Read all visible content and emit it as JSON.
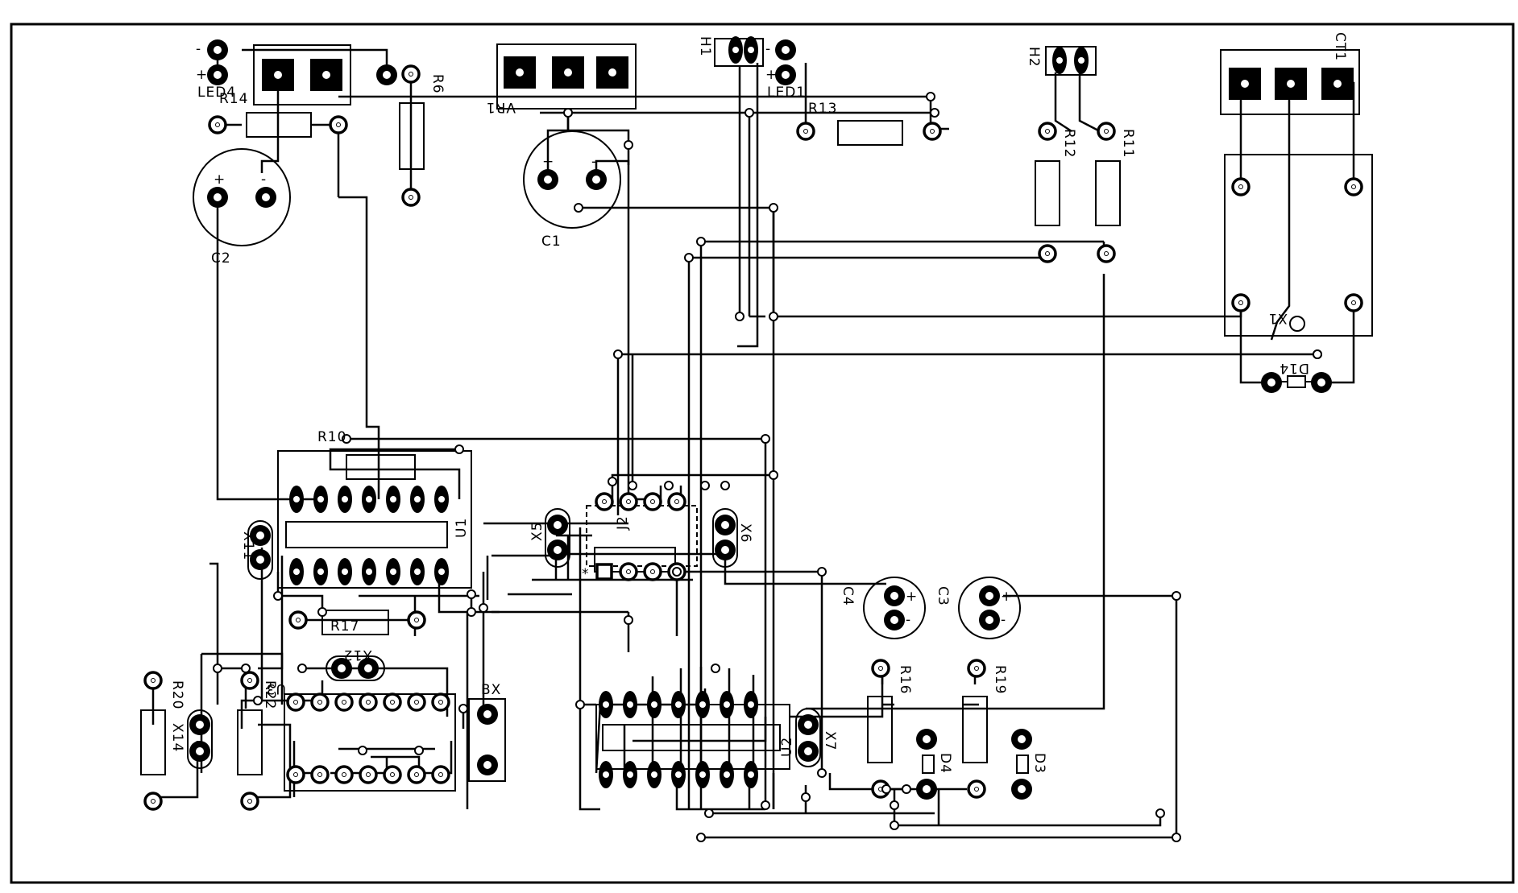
{
  "labels": {
    "led4": "LED4",
    "r14": "R14",
    "r6": "R6",
    "vr": "VR1",
    "h1": "H1",
    "led1": "LED1",
    "r13": "R13",
    "h2": "H2",
    "r12": "R12",
    "r11": "R11",
    "ct1": "CT1",
    "c2": "C2",
    "c1": "C1",
    "x1": "X1",
    "d14": "D14",
    "r10": "R10",
    "x11": "X11",
    "u1": "U1",
    "x5": "X5",
    "j2": "J2",
    "x6": "X6",
    "c4": "C4",
    "c3": "C3",
    "r17": "R17",
    "x12": "X12",
    "u3": "U3",
    "r20": "R20",
    "x14": "X14",
    "r22": "R22",
    "bx": "BX",
    "r16": "R16",
    "r19": "R19",
    "u2": "U2",
    "x7": "X7",
    "d4": "D4",
    "d3": "D3",
    "star": "*"
  },
  "polarity": {
    "plus": "+",
    "minus": "-"
  }
}
